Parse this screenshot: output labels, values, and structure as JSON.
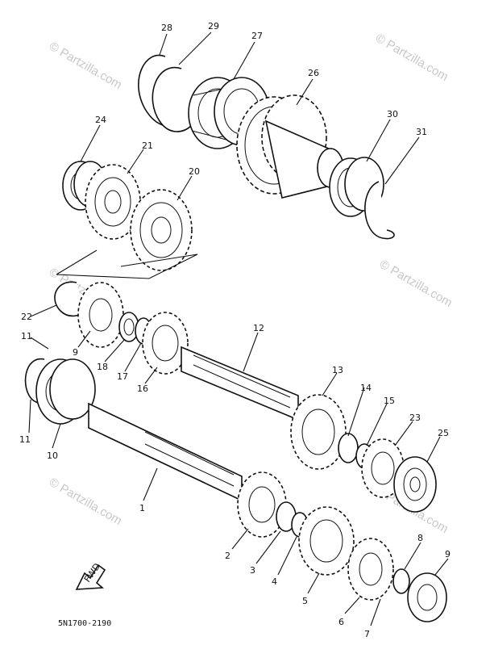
{
  "diagram": {
    "drawing_code": "5N1700-2190",
    "arrow_label": "FWD",
    "watermark_text": "© Partzilla.com",
    "callouts": [
      {
        "id": "28"
      },
      {
        "id": "29"
      },
      {
        "id": "27"
      },
      {
        "id": "26"
      },
      {
        "id": "24"
      },
      {
        "id": "21"
      },
      {
        "id": "20"
      },
      {
        "id": "30"
      },
      {
        "id": "31"
      },
      {
        "id": "22"
      },
      {
        "id": "11a",
        "text": "11"
      },
      {
        "id": "9a",
        "text": "9"
      },
      {
        "id": "18"
      },
      {
        "id": "17"
      },
      {
        "id": "16"
      },
      {
        "id": "12"
      },
      {
        "id": "13"
      },
      {
        "id": "14"
      },
      {
        "id": "15"
      },
      {
        "id": "23"
      },
      {
        "id": "25"
      },
      {
        "id": "11b",
        "text": "11"
      },
      {
        "id": "10"
      },
      {
        "id": "1"
      },
      {
        "id": "2"
      },
      {
        "id": "3"
      },
      {
        "id": "4"
      },
      {
        "id": "5"
      },
      {
        "id": "6"
      },
      {
        "id": "7"
      },
      {
        "id": "8"
      },
      {
        "id": "9b",
        "text": "9"
      }
    ]
  }
}
